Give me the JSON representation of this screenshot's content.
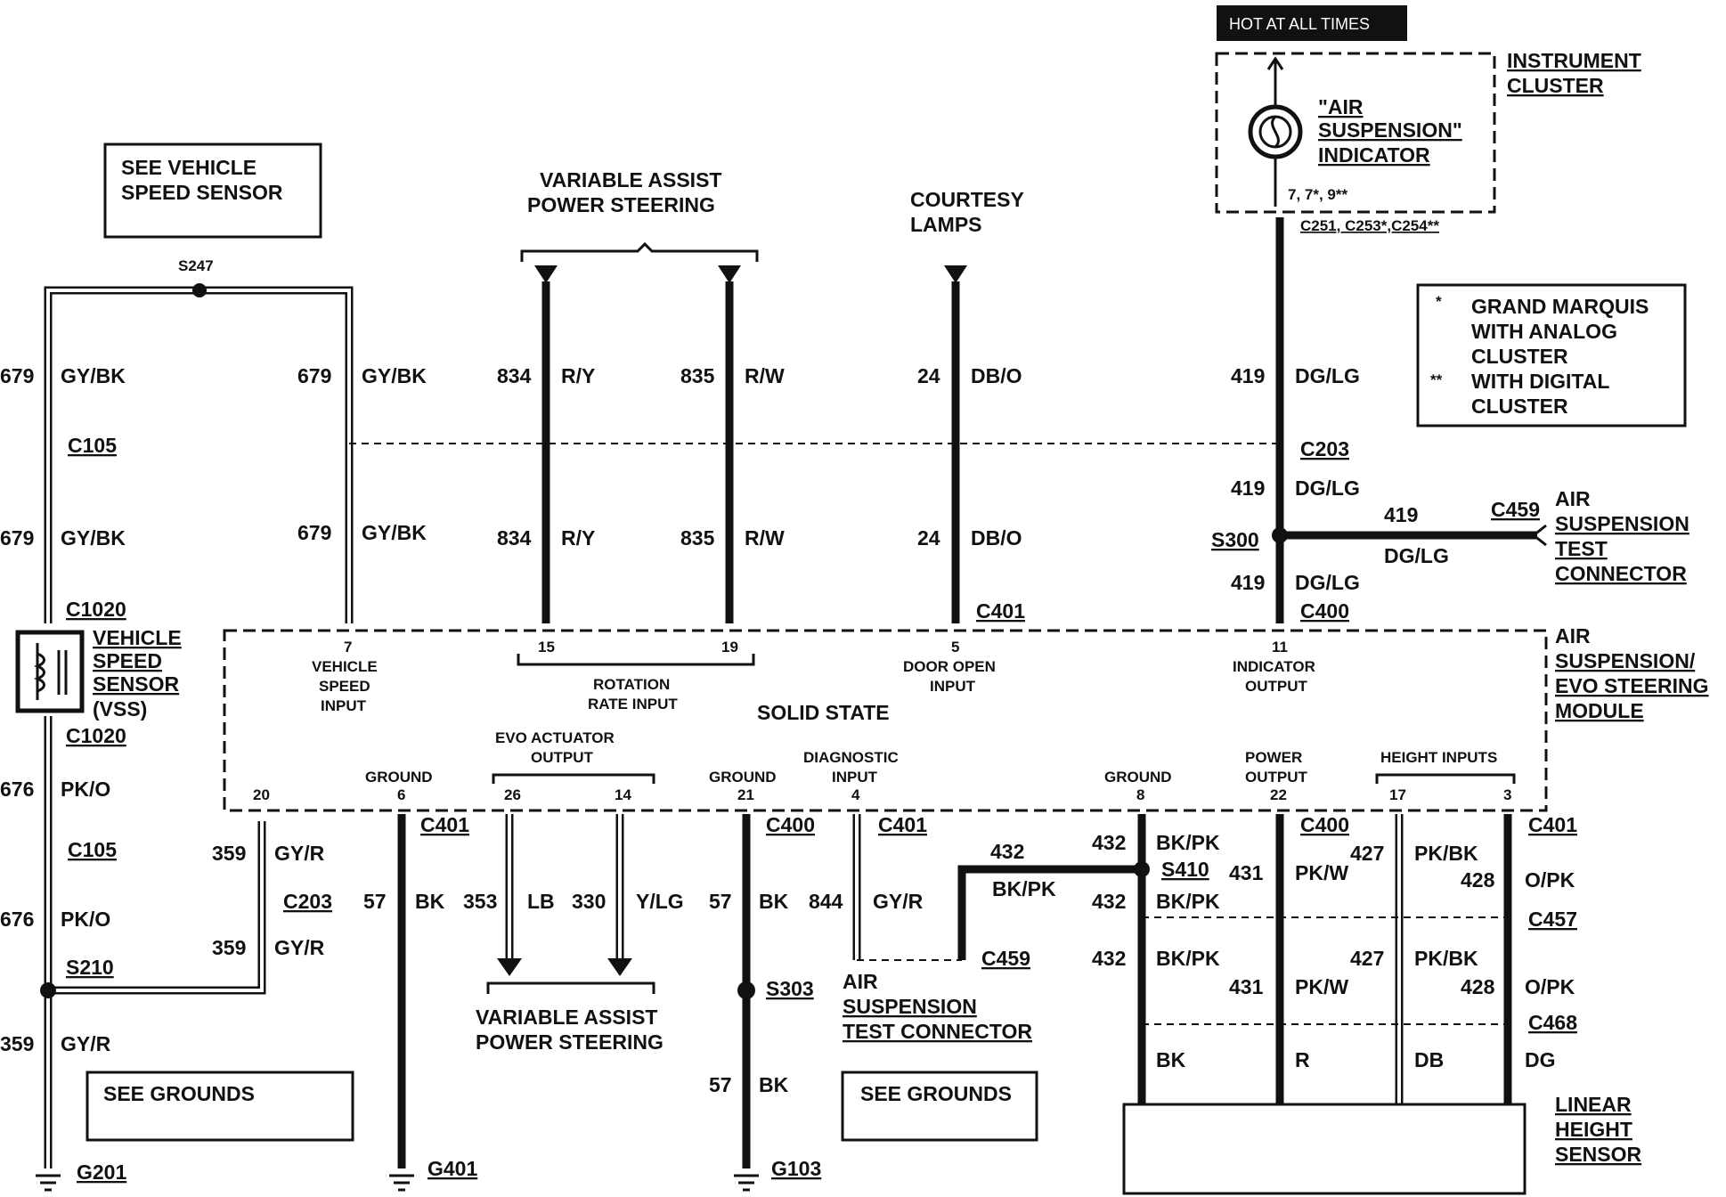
{
  "header": {
    "hot_label": "HOT AT ALL TIMES"
  },
  "notes": {
    "see_vss": [
      "SEE VEHICLE",
      "SPEED SENSOR"
    ],
    "see_grounds_left": "SEE GROUNDS",
    "see_grounds_right": "SEE GROUNDS",
    "legend": [
      {
        "mark": "*",
        "lines": [
          "GRAND MARQUIS",
          "WITH ANALOG",
          "CLUSTER"
        ]
      },
      {
        "mark": "**",
        "lines": [
          "WITH DIGITAL",
          "CLUSTER"
        ]
      }
    ]
  },
  "components": {
    "instrument_cluster": [
      "INSTRUMENT",
      "CLUSTER"
    ],
    "indicator": [
      "\"AIR",
      "SUSPENSION\"",
      "INDICATOR"
    ],
    "cluster_pins": "7, 7*, 9**",
    "cluster_connectors": "C251, C253*,C254**",
    "vas_top": [
      "VARIABLE ASSIST",
      "POWER STEERING"
    ],
    "courtesy": [
      "COURTESY",
      "LAMPS"
    ],
    "vss": [
      "VEHICLE",
      "SPEED",
      "SENSOR",
      "(VSS)"
    ],
    "air_test_connector_right": [
      "AIR",
      "SUSPENSION",
      "TEST",
      "CONNECTOR"
    ],
    "module": [
      "AIR",
      "SUSPENSION/",
      "EVO STEERING",
      "MODULE"
    ],
    "module_center": "SOLID STATE",
    "vas_bottom": [
      "VARIABLE ASSIST",
      "POWER STEERING"
    ],
    "air_test_connector_bottom": [
      "AIR",
      "SUSPENSION",
      "TEST CONNECTOR"
    ],
    "linear_sensor": [
      "LINEAR",
      "HEIGHT",
      "SENSOR"
    ]
  },
  "module_pins": {
    "top": [
      {
        "pin": "7",
        "desc": [
          "VEHICLE",
          "SPEED",
          "INPUT"
        ]
      },
      {
        "pin": "15",
        "desc": []
      },
      {
        "pin": "19",
        "desc": []
      },
      {
        "pin": "5",
        "desc": [
          "DOOR OPEN",
          "INPUT"
        ]
      },
      {
        "pin": "11",
        "desc": [
          "INDICATOR",
          "OUTPUT"
        ]
      }
    ],
    "rotation": [
      "ROTATION",
      "RATE INPUT"
    ],
    "bottom": [
      {
        "pin": "20",
        "desc": []
      },
      {
        "pin": "6",
        "desc": [
          "GROUND"
        ]
      },
      {
        "pin": "26",
        "desc": []
      },
      {
        "pin": "14",
        "desc": []
      },
      {
        "pin": "21",
        "desc": [
          "GROUND"
        ]
      },
      {
        "pin": "4",
        "desc": [
          "DIAGNOSTIC",
          "INPUT"
        ]
      },
      {
        "pin": "8",
        "desc": [
          "GROUND"
        ]
      },
      {
        "pin": "22",
        "desc": [
          "POWER",
          "OUTPUT"
        ]
      },
      {
        "pin": "17",
        "desc": []
      },
      {
        "pin": "3",
        "desc": []
      }
    ],
    "evo_output": [
      "EVO ACTUATOR",
      "OUTPUT"
    ],
    "height_inputs": "HEIGHT INPUTS"
  },
  "connectors": {
    "s247": "S247",
    "c105a": "C105",
    "c1020a": "C1020",
    "c1020b": "C1020",
    "c105b": "C105",
    "s210": "S210",
    "g201": "G201",
    "c203a": "C203",
    "c203b": "C203",
    "c401a": "C401",
    "c401b": "C401",
    "c401c": "C401",
    "c401d": "C401",
    "c400a": "C400",
    "c400b": "C400",
    "c400c": "C400",
    "s300": "S300",
    "c459a": "C459",
    "c459b": "C459",
    "g401": "G401",
    "s303": "S303",
    "g103": "G103",
    "s410": "S410",
    "c457": "C457",
    "c468": "C468"
  },
  "wires": {
    "w679_l1": [
      "679",
      "GY/BK"
    ],
    "w679_l2": [
      "679",
      "GY/BK"
    ],
    "w679_r1": [
      "679",
      "GY/BK"
    ],
    "w679_r2": [
      "679",
      "GY/BK"
    ],
    "w834_1": [
      "834",
      "R/Y"
    ],
    "w834_2": [
      "834",
      "R/Y"
    ],
    "w835_1": [
      "835",
      "R/W"
    ],
    "w835_2": [
      "835",
      "R/W"
    ],
    "w24_1": [
      "24",
      "DB/O"
    ],
    "w24_2": [
      "24",
      "DB/O"
    ],
    "w419_1": [
      "419",
      "DG/LG"
    ],
    "w419_2": [
      "419",
      "DG/LG"
    ],
    "w419_3": [
      "419",
      "DG/LG"
    ],
    "w419_h": [
      "419",
      "DG/LG"
    ],
    "w676_1": [
      "676",
      "PK/O"
    ],
    "w676_2": [
      "676",
      "PK/O"
    ],
    "w359_1": [
      "359",
      "GY/R"
    ],
    "w359_2": [
      "359",
      "GY/R"
    ],
    "w359_3": [
      "359",
      "GY/R"
    ],
    "w57_1": [
      "57",
      "BK"
    ],
    "w353": [
      "353",
      "LB"
    ],
    "w330": [
      "330",
      "Y/LG"
    ],
    "w57_2": [
      "57",
      "BK"
    ],
    "w57_3": [
      "57",
      "BK"
    ],
    "w844": [
      "844",
      "GY/R"
    ],
    "w432_h": [
      "432",
      "BK/PK"
    ],
    "w432_1": [
      "432",
      "BK/PK"
    ],
    "w432_2": [
      "432",
      "BK/PK"
    ],
    "w432_3": [
      "432",
      "BK/PK"
    ],
    "w431_1": [
      "431",
      "PK/W"
    ],
    "w431_2": [
      "431",
      "PK/W"
    ],
    "w427_1": [
      "427",
      "PK/BK"
    ],
    "w427_2": [
      "427",
      "PK/BK"
    ],
    "w428_1": [
      "428",
      "O/PK"
    ],
    "w428_2": [
      "428",
      "O/PK"
    ],
    "sensor_colors": [
      "BK",
      "R",
      "DB",
      "DG"
    ]
  }
}
